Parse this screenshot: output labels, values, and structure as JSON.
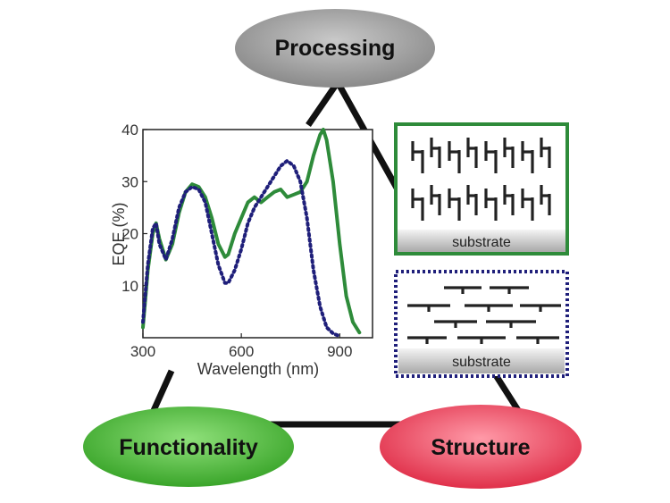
{
  "nodes": {
    "processing": {
      "label": "Processing"
    },
    "functionality": {
      "label": "Functionality"
    },
    "structure": {
      "label": "Structure"
    }
  },
  "structure_panels": {
    "vertical": {
      "substrate_label": "substrate",
      "border_color": "#2e8b3a"
    },
    "horizontal": {
      "substrate_label": "substrate",
      "border_color": "#1f1f7a"
    }
  },
  "chart_data": {
    "type": "line",
    "title": "",
    "xlabel": "Wavelength (nm)",
    "ylabel": "EQE (%)",
    "xlim": [
      300,
      1000
    ],
    "ylim": [
      0,
      40
    ],
    "xticks": [
      300,
      600,
      900
    ],
    "yticks": [
      10,
      20,
      30,
      40
    ],
    "grid": false,
    "series": [
      {
        "style": "solid",
        "color": "#2e8b3a",
        "x": [
          300,
          315,
          330,
          340,
          350,
          370,
          390,
          410,
          430,
          450,
          470,
          490,
          510,
          530,
          550,
          560,
          580,
          600,
          620,
          640,
          660,
          680,
          700,
          720,
          740,
          760,
          780,
          800,
          820,
          840,
          850,
          860,
          880,
          900,
          920,
          940,
          960
        ],
        "y": [
          2,
          13,
          20,
          22,
          19,
          15,
          18,
          24,
          28,
          29.5,
          29,
          27,
          23,
          18,
          15.5,
          16,
          20,
          23,
          26,
          27,
          26,
          27,
          28,
          28.5,
          27,
          27.5,
          28,
          30,
          35,
          39,
          40,
          38,
          30,
          18,
          8,
          3,
          1
        ]
      },
      {
        "style": "dotted",
        "color": "#1f1f7a",
        "x": [
          300,
          315,
          330,
          340,
          350,
          370,
          390,
          410,
          430,
          450,
          470,
          490,
          510,
          530,
          550,
          560,
          580,
          600,
          620,
          640,
          660,
          680,
          700,
          720,
          740,
          760,
          780,
          800,
          820,
          840,
          860,
          880,
          900
        ],
        "y": [
          3,
          14,
          21,
          22,
          18,
          15,
          19,
          25,
          28,
          29,
          28.5,
          26,
          20,
          14,
          10.5,
          10.5,
          13,
          17,
          22,
          25,
          27,
          29,
          31,
          33,
          34,
          33,
          30,
          23,
          13,
          6,
          2,
          0.8,
          0.3
        ]
      }
    ]
  }
}
